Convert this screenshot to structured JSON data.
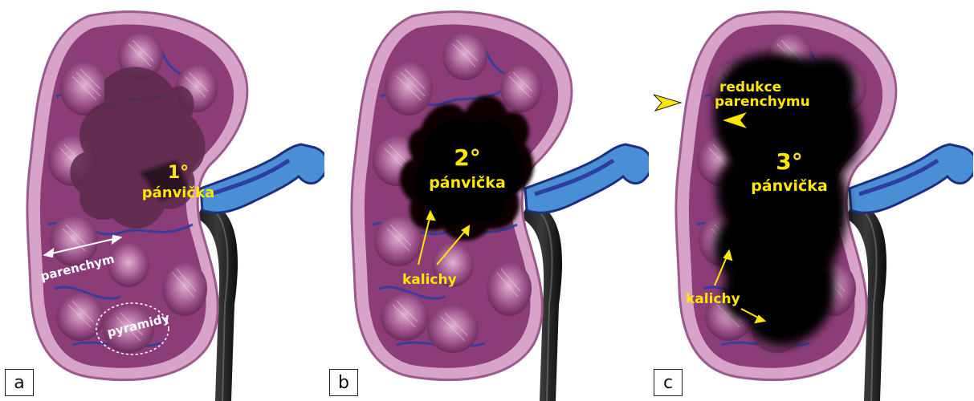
{
  "panels": [
    {
      "id": "a",
      "label": "a",
      "grade": "1°",
      "pelvis_label": "pánvička",
      "parenchyma_label": "parenchym",
      "pyramid_label": "pyramidy"
    },
    {
      "id": "b",
      "label": "b",
      "grade": "2°",
      "pelvis_label": "pánvička",
      "calyx_label": "kalichy"
    },
    {
      "id": "c",
      "label": "c",
      "grade": "3°",
      "pelvis_label": "pánvička",
      "calyx_label": "kalichy",
      "reduction_label_line1": "redukce",
      "reduction_label_line2": "parenchymu"
    }
  ],
  "colors": {
    "kidney_outer": "#c98bb8",
    "kidney_cortex": "#8c3d78",
    "pyramid": "#a2588f",
    "vessel_blue": "#2d3ea0",
    "ureter_blue": "#4a8fd6",
    "pelvis_dark": "#0a0508",
    "label_yellow": "#ffe600"
  }
}
